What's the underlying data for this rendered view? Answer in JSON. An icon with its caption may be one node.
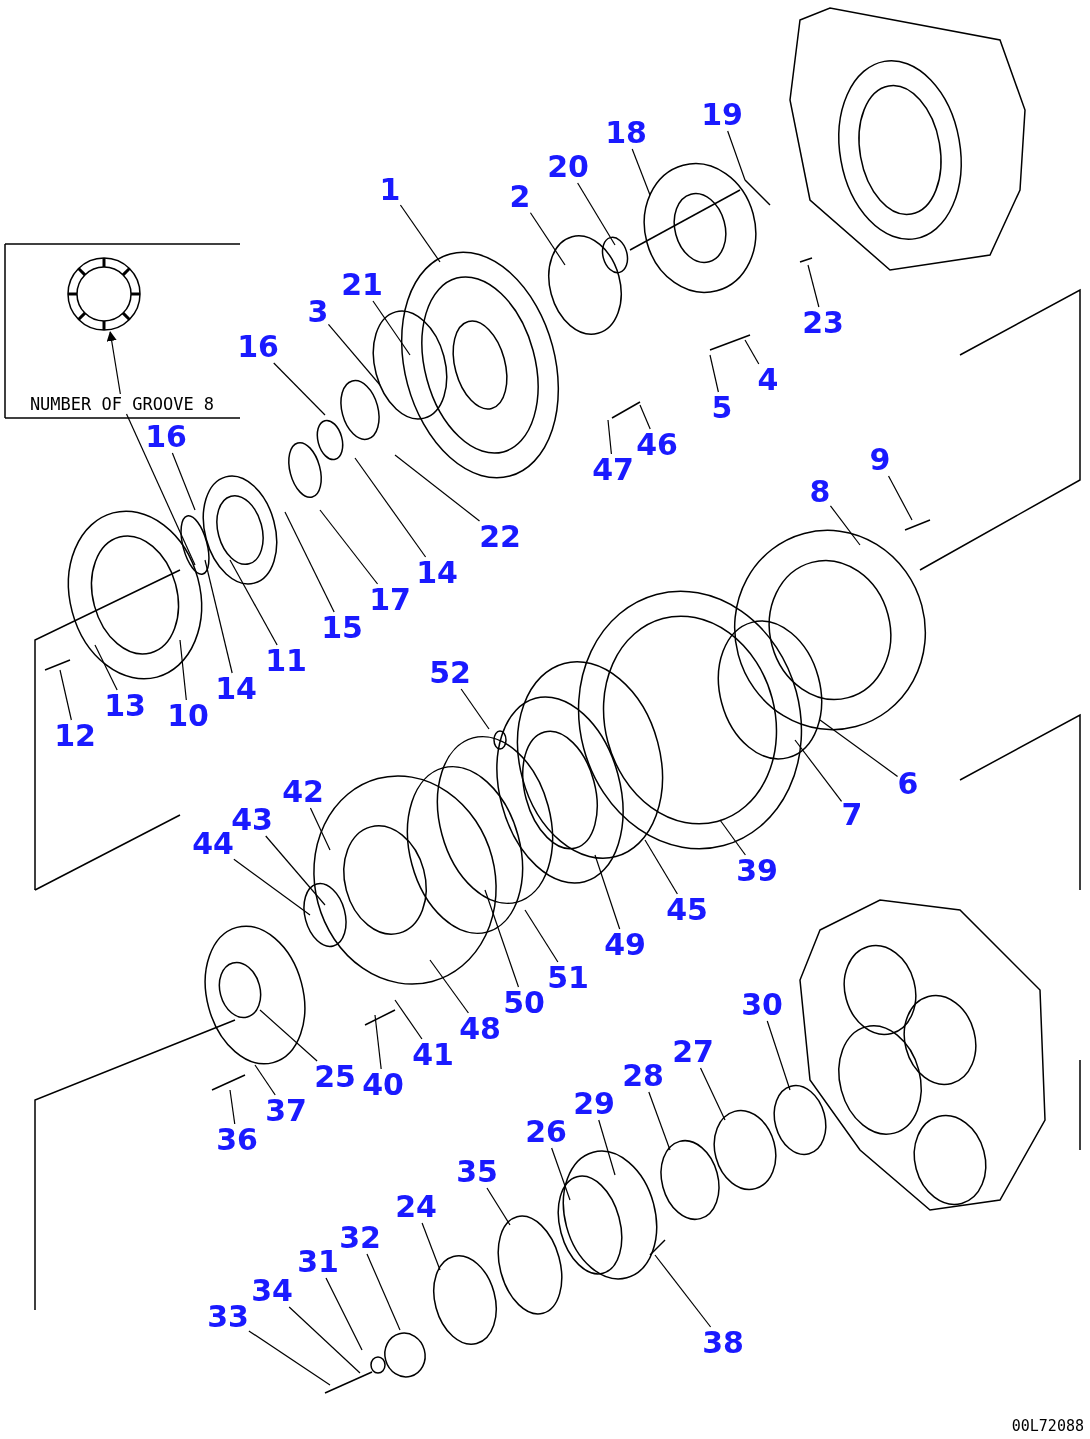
{
  "diagram": {
    "nodes": [
      {
        "text": [],
        "shape": "picture"
      },
      {
        "text": [
          "NUMBER OF GROOVE 8"
        ]
      },
      {
        "text": [
          "19"
        ]
      },
      {
        "text": [
          "18"
        ]
      },
      {
        "text": [
          "20"
        ]
      },
      {
        "text": [
          "1"
        ]
      },
      {
        "text": [
          "2"
        ]
      },
      {
        "text": [
          "21"
        ]
      },
      {
        "text": [
          "23"
        ]
      },
      {
        "text": [
          "3"
        ]
      },
      {
        "text": [
          "16"
        ]
      },
      {
        "text": [
          "4"
        ]
      },
      {
        "text": [
          "5"
        ]
      },
      {
        "text": [
          "46"
        ]
      },
      {
        "text": [
          "47"
        ]
      },
      {
        "text": [
          "16"
        ]
      },
      {
        "text": [
          "22"
        ]
      },
      {
        "text": [
          "9"
        ]
      },
      {
        "text": [
          "8"
        ]
      },
      {
        "text": [
          "14"
        ]
      },
      {
        "text": [
          "17"
        ]
      },
      {
        "text": [
          "15"
        ]
      },
      {
        "text": [
          "11"
        ]
      },
      {
        "text": [
          "14"
        ]
      },
      {
        "text": [
          "10"
        ]
      },
      {
        "text": [
          "13"
        ]
      },
      {
        "text": [
          "12"
        ]
      },
      {
        "text": [
          "52"
        ]
      },
      {
        "text": [
          "6"
        ]
      },
      {
        "text": [
          "7"
        ]
      },
      {
        "text": [
          "42"
        ]
      },
      {
        "text": [
          "43"
        ]
      },
      {
        "text": [
          "44"
        ]
      },
      {
        "text": [
          "39"
        ]
      },
      {
        "text": [
          "49"
        ]
      },
      {
        "text": [
          "45"
        ]
      },
      {
        "text": [
          "51"
        ]
      },
      {
        "text": [
          "50"
        ]
      },
      {
        "text": [
          "48"
        ]
      },
      {
        "text": [
          "30"
        ]
      },
      {
        "text": [
          "27"
        ]
      },
      {
        "text": [
          "28"
        ]
      },
      {
        "text": [
          "25"
        ]
      },
      {
        "text": [
          "40"
        ]
      },
      {
        "text": [
          "41"
        ]
      },
      {
        "text": [
          "29"
        ]
      },
      {
        "text": [
          "37"
        ]
      },
      {
        "text": [
          "36"
        ]
      },
      {
        "text": [
          "26"
        ]
      },
      {
        "text": [
          "35"
        ]
      },
      {
        "text": [
          "24"
        ]
      },
      {
        "text": [
          "38"
        ]
      },
      {
        "text": [
          "32"
        ]
      },
      {
        "text": [
          "31"
        ]
      },
      {
        "text": [
          "34"
        ]
      },
      {
        "text": [
          "33"
        ]
      }
    ],
    "edges": [
      {
        "from": 1,
        "to": 0,
        "arrow": "to"
      },
      {
        "from": 1,
        "to": null,
        "arrow": "none"
      },
      {
        "from": 2,
        "to": null,
        "arrow": "none"
      },
      {
        "from": 3,
        "to": null,
        "arrow": "none"
      },
      {
        "from": 4,
        "to": null,
        "arrow": "none"
      },
      {
        "from": 5,
        "to": null,
        "arrow": "none"
      },
      {
        "from": 6,
        "to": null,
        "arrow": "none"
      },
      {
        "from": 7,
        "to": null,
        "arrow": "none"
      },
      {
        "from": 8,
        "to": null,
        "arrow": "none"
      },
      {
        "from": 9,
        "to": null,
        "arrow": "none"
      },
      {
        "from": 10,
        "to": null,
        "arrow": "none"
      },
      {
        "from": 11,
        "to": null,
        "arrow": "none"
      },
      {
        "from": 12,
        "to": null,
        "arrow": "none"
      },
      {
        "from": 13,
        "to": null,
        "arrow": "none"
      },
      {
        "from": 14,
        "to": null,
        "arrow": "none"
      },
      {
        "from": 15,
        "to": null,
        "arrow": "none"
      },
      {
        "from": 16,
        "to": null,
        "arrow": "none"
      },
      {
        "from": 17,
        "to": null,
        "arrow": "none"
      },
      {
        "from": 18,
        "to": null,
        "arrow": "none"
      },
      {
        "from": 19,
        "to": null,
        "arrow": "none"
      },
      {
        "from": 20,
        "to": null,
        "arrow": "none"
      },
      {
        "from": 21,
        "to": null,
        "arrow": "none"
      },
      {
        "from": 22,
        "to": null,
        "arrow": "none"
      },
      {
        "from": 23,
        "to": null,
        "arrow": "none"
      },
      {
        "from": 24,
        "to": null,
        "arrow": "none"
      },
      {
        "from": 25,
        "to": null,
        "arrow": "none"
      },
      {
        "from": 26,
        "to": null,
        "arrow": "none"
      },
      {
        "from": 27,
        "to": null,
        "arrow": "none"
      },
      {
        "from": 28,
        "to": null,
        "arrow": "none"
      },
      {
        "from": 29,
        "to": null,
        "arrow": "none"
      },
      {
        "from": 30,
        "to": null,
        "arrow": "none"
      },
      {
        "from": 31,
        "to": null,
        "arrow": "none"
      },
      {
        "from": 32,
        "to": null,
        "arrow": "none"
      },
      {
        "from": 33,
        "to": null,
        "arrow": "none"
      },
      {
        "from": 34,
        "to": null,
        "arrow": "none"
      },
      {
        "from": 35,
        "to": null,
        "arrow": "none"
      },
      {
        "from": 36,
        "to": null,
        "arrow": "none"
      },
      {
        "from": 37,
        "to": null,
        "arrow": "none"
      },
      {
        "from": 38,
        "to": null,
        "arrow": "none"
      },
      {
        "from": 39,
        "to": null,
        "arrow": "none"
      },
      {
        "from": 40,
        "to": null,
        "arrow": "none"
      },
      {
        "from": 41,
        "to": null,
        "arrow": "none"
      },
      {
        "from": 42,
        "to": null,
        "arrow": "none"
      },
      {
        "from": 43,
        "to": null,
        "arrow": "none"
      },
      {
        "from": 44,
        "to": null,
        "arrow": "none"
      },
      {
        "from": 45,
        "to": null,
        "arrow": "none"
      },
      {
        "from": 46,
        "to": null,
        "arrow": "none"
      },
      {
        "from": 47,
        "to": null,
        "arrow": "none"
      },
      {
        "from": 48,
        "to": null,
        "arrow": "none"
      },
      {
        "from": 49,
        "to": null,
        "arrow": "none"
      },
      {
        "from": 50,
        "to": null,
        "arrow": "none"
      },
      {
        "from": 51,
        "to": null,
        "arrow": "none"
      },
      {
        "from": 52,
        "to": null,
        "arrow": "none"
      },
      {
        "from": 53,
        "to": null,
        "arrow": "none"
      },
      {
        "from": 54,
        "to": null,
        "arrow": "none"
      },
      {
        "from": 55,
        "to": null,
        "arrow": "none"
      }
    ],
    "labels": [
      "00L72088"
    ]
  }
}
